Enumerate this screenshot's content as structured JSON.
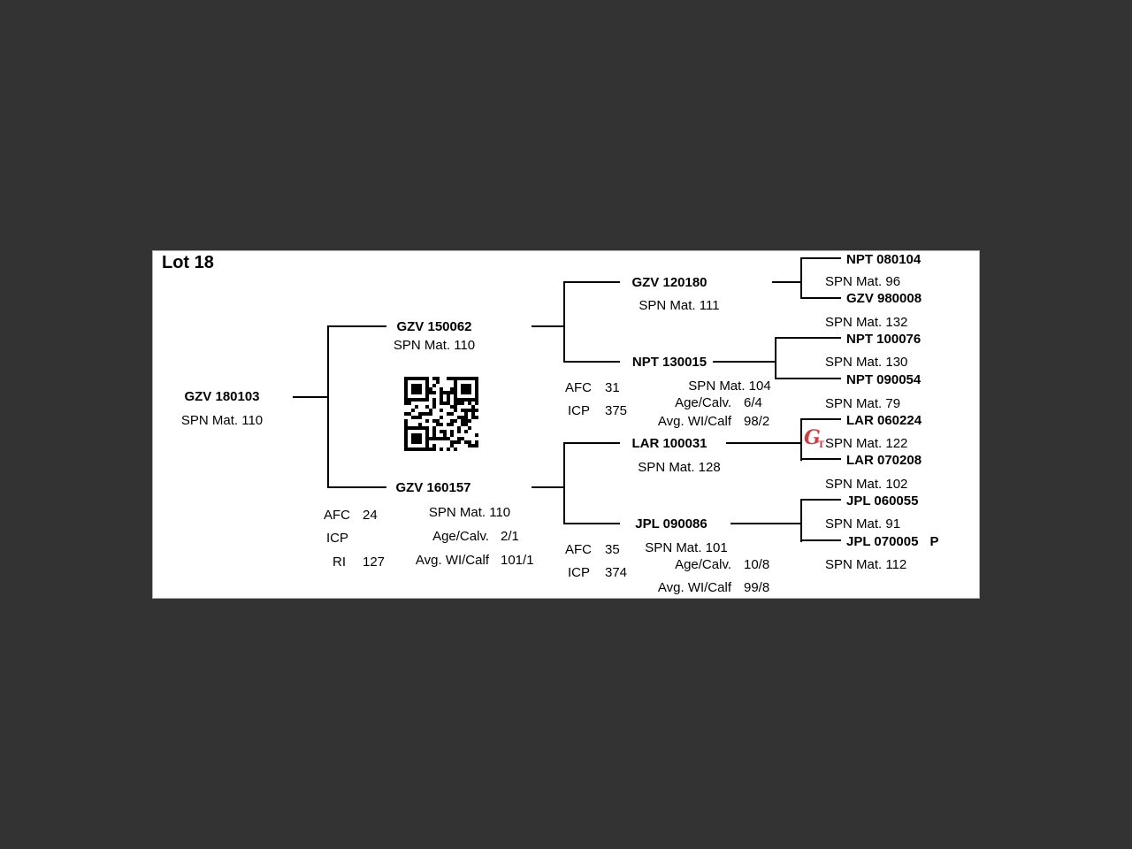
{
  "card": {
    "title": "Lot 18"
  },
  "labels": {
    "afc": "AFC",
    "icp": "ICP",
    "ri": "RI",
    "age_calv": "Age/Calv.",
    "avg_wi_calf": "Avg. WI/Calf"
  },
  "subject": {
    "id": "GZV 180103",
    "spn": "SPN Mat. 110"
  },
  "sire": {
    "id": "GZV 150062",
    "spn": "SPN Mat. 110"
  },
  "dam": {
    "id": "GZV 160157",
    "spn": "SPN Mat. 110",
    "afc": "24",
    "icp": "",
    "ri": "127",
    "age_calv": "2/1",
    "avg_wi_calf": "101/1"
  },
  "sire_sire": {
    "id": "GZV 120180",
    "spn": "SPN Mat. 111"
  },
  "sire_dam": {
    "id": "NPT 130015",
    "spn": "SPN Mat. 104",
    "afc": "31",
    "icp": "375",
    "age_calv": "6/4",
    "avg_wi_calf": "98/2"
  },
  "dam_sire": {
    "id": "LAR 100031",
    "spn": "SPN Mat. 128"
  },
  "dam_dam": {
    "id": "JPL 090086",
    "spn": "SPN Mat. 101",
    "afc": "35",
    "icp": "374",
    "age_calv": "10/8",
    "avg_wi_calf": "99/8"
  },
  "gen3": [
    {
      "id": "NPT 080104",
      "suffix": "",
      "spn": "SPN Mat. 96"
    },
    {
      "id": "GZV 980008",
      "suffix": "",
      "spn": "SPN Mat. 132"
    },
    {
      "id": "NPT 100076",
      "suffix": "",
      "spn": "SPN Mat. 130"
    },
    {
      "id": "NPT 090054",
      "suffix": "",
      "spn": "SPN Mat. 79"
    },
    {
      "id": "LAR 060224",
      "suffix": "",
      "spn": "SPN Mat. 122"
    },
    {
      "id": "LAR 070208",
      "suffix": "",
      "spn": "SPN Mat. 102"
    },
    {
      "id": "JPL 060055",
      "suffix": "",
      "spn": "SPN Mat. 91"
    },
    {
      "id": "JPL 070005",
      "suffix": "P",
      "spn": "SPN Mat. 112"
    }
  ],
  "logo": {
    "letter": "G",
    "sub": "T"
  },
  "colors": {
    "background": "#333333",
    "card": "#ffffff",
    "line": "#000000",
    "logo": "#c1272d"
  }
}
